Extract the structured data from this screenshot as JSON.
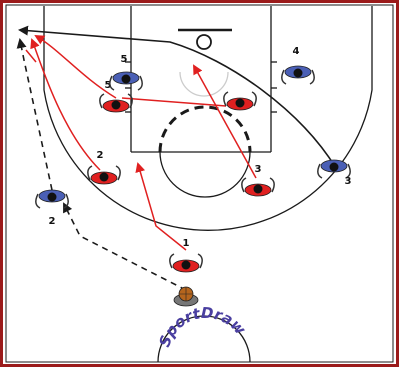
{
  "court": {
    "border_color": "#9b1b1b",
    "line_color": "#1a1a1a",
    "background": "#ffffff"
  },
  "offense": {
    "color": "#e02020",
    "players": [
      {
        "id": "o1",
        "label": "1"
      },
      {
        "id": "o2",
        "label": "2"
      },
      {
        "id": "o3",
        "label": "3"
      },
      {
        "id": "o4",
        "label": ""
      },
      {
        "id": "o5",
        "label": "5"
      }
    ]
  },
  "defense": {
    "color": "#4a5fb5",
    "players": [
      {
        "id": "d2",
        "label": "2"
      },
      {
        "id": "d3",
        "label": "3"
      },
      {
        "id": "d4",
        "label": "4"
      },
      {
        "id": "d5",
        "label": "5"
      }
    ]
  },
  "legend_colors": {
    "cut_line": "#e02020",
    "screen_line": "#1a1a1a",
    "ball": "#b5651d"
  },
  "logo": {
    "text": "SportDraw",
    "color": "#4a3fa0"
  }
}
